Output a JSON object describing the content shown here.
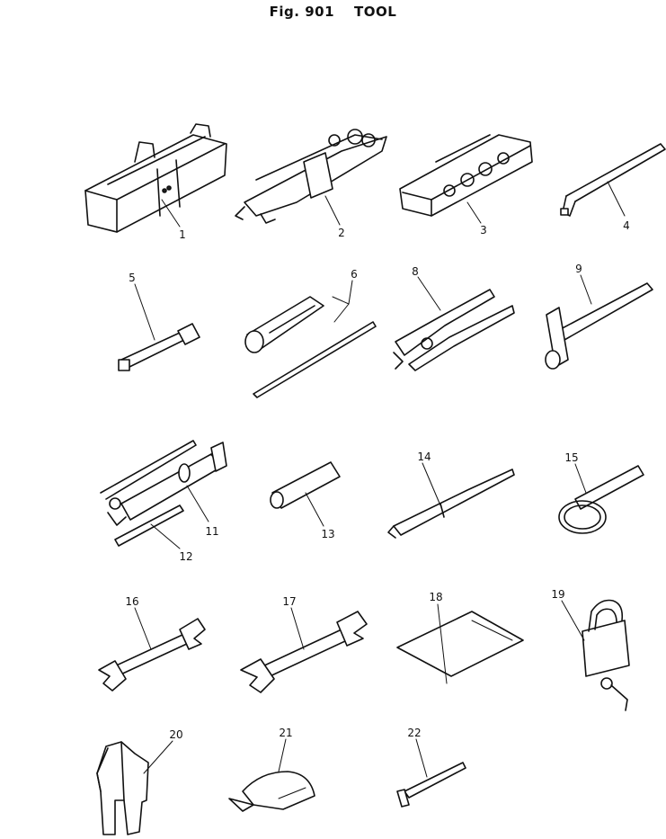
{
  "title": {
    "fig": "Fig. 901",
    "name": "TOOL"
  },
  "callouts": [
    "1",
    "2",
    "3",
    "4",
    "5",
    "6",
    "8",
    "9",
    "11",
    "12",
    "13",
    "14",
    "15",
    "16",
    "17",
    "18",
    "19",
    "20",
    "21",
    "22"
  ]
}
